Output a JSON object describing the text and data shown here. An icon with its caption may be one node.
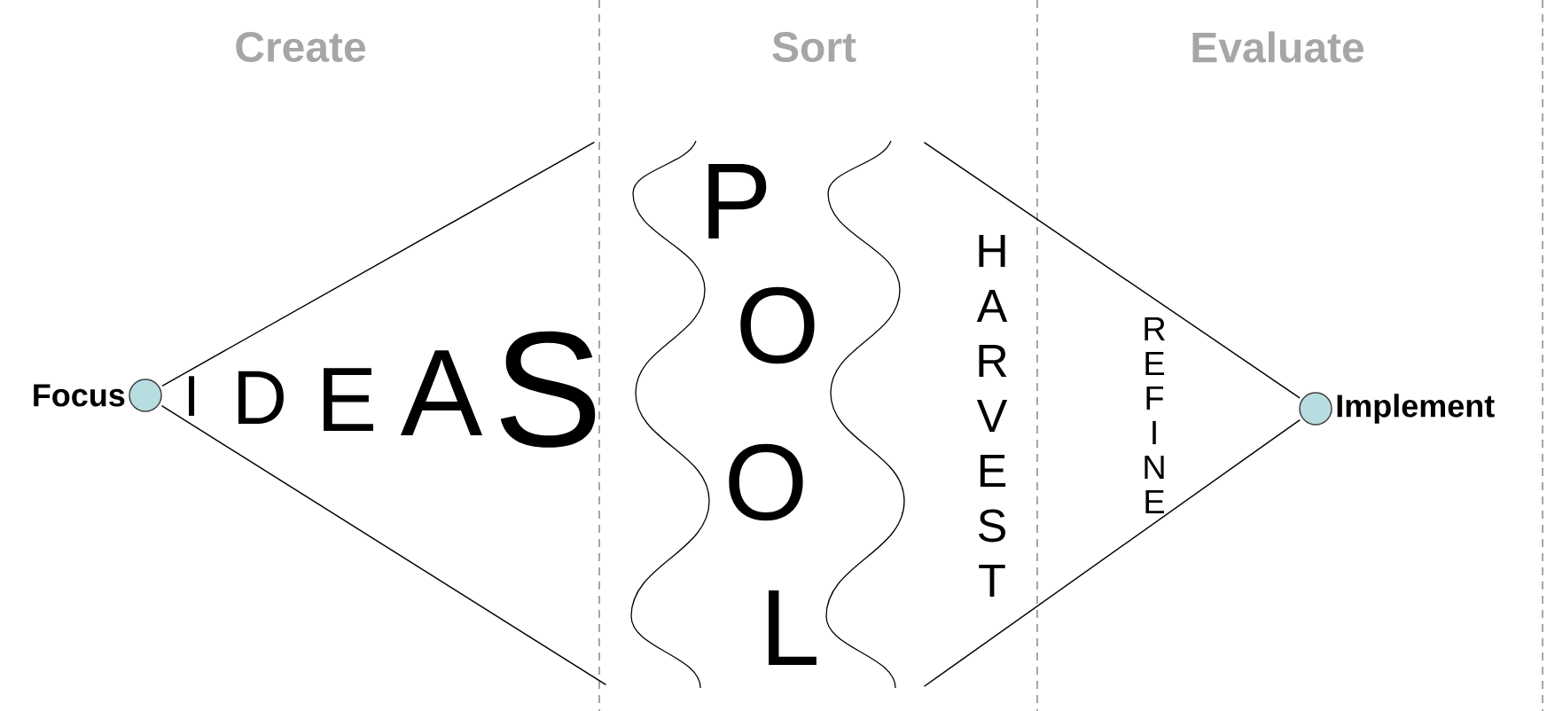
{
  "diagram": {
    "nodes": [
      {
        "text": [],
        "shape": "circle",
        "beside": [
          "Focus"
        ]
      },
      {
        "text": [],
        "shape": "circle",
        "beside": [
          "Implement"
        ]
      }
    ],
    "edges": [
      {
        "from": 0,
        "to": null,
        "arrow": "none"
      },
      {
        "from": 0,
        "to": null,
        "arrow": "none"
      },
      {
        "from": null,
        "to": 1,
        "arrow": "none"
      },
      {
        "from": null,
        "to": 1,
        "arrow": "none"
      }
    ],
    "labels": [
      "Create",
      "Sort",
      "Evaluate",
      "I",
      "D",
      "E",
      "A",
      "S",
      "P",
      "O",
      "O",
      "L",
      "H",
      "A",
      "R",
      "V",
      "E",
      "S",
      "T",
      "R",
      "E",
      "F",
      "I",
      "N",
      "E"
    ]
  }
}
